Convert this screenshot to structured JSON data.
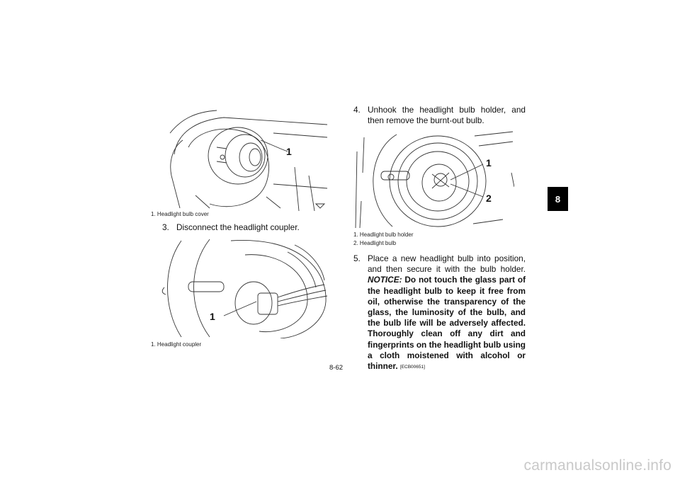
{
  "left_column": {
    "figure1": {
      "callouts": [
        "1"
      ]
    },
    "figure1_caption": [
      "1.  Headlight bulb cover"
    ],
    "step3": {
      "number": "3.",
      "text": "Disconnect the headlight coupler."
    },
    "figure2": {
      "callouts": [
        "1"
      ]
    },
    "figure2_caption": [
      "1.  Headlight coupler"
    ]
  },
  "right_column": {
    "step4": {
      "number": "4.",
      "text": "Unhook the headlight bulb holder, and then remove the burnt-out bulb."
    },
    "figure3": {
      "callouts": [
        "1",
        "2"
      ]
    },
    "figure3_caption": [
      "1.  Headlight bulb holder",
      "2.  Headlight bulb"
    ],
    "step5": {
      "number": "5.",
      "text": "Place a new headlight bulb into position, and then secure it with the bulb holder.",
      "notice_label": "NOTICE:",
      "notice_text": "Do not touch the glass part of the headlight bulb to keep it free from oil, otherwise the transparency of the glass, the luminosity of the bulb, and the bulb life will be adversely affected. Thoroughly clean off any dirt and fingerprints on the headlight bulb using a cloth moistened with alcohol or thinner.",
      "code": "[ECB00651]"
    }
  },
  "chapter_tab": "8",
  "page_number": "8-62",
  "watermark": "carmanualsonline.info"
}
